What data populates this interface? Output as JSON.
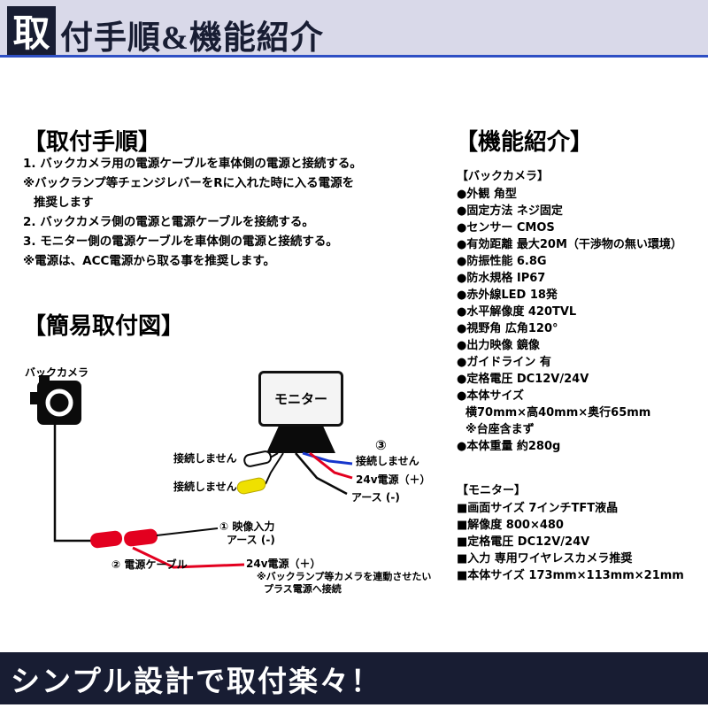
{
  "header": {
    "title_first": "取",
    "title_rest": "付手順&機能紹介"
  },
  "install": {
    "heading": "【取付手順】",
    "lines": [
      "1. バックカメラ用の電源ケーブルを車体側の電源と接続する。",
      "※バックランプ等チェンジレバーをRに入れた時に入る電源を",
      "推奨します",
      "2. バックカメラ側の電源と電源ケーブルを接続する。",
      "3. モニター側の電源ケーブルを車体側の電源と接続する。",
      "※電源は、ACC電源から取る事を推奨します。"
    ]
  },
  "diagram": {
    "heading": "【簡易取付図】",
    "camera_label": "バックカメラ",
    "monitor_label": "モニター",
    "label_no_connect_white": "接続しません",
    "label_no_connect_yellow": "接続しません",
    "mark_3": "③",
    "label_no_connect_blue": "接続しません",
    "label_24v_plus": "24v電源（＋）",
    "label_earth": "アース (-)",
    "mark_1": "①",
    "label_video_input": "映像入力",
    "label_earth_2": "アース (-)",
    "mark_2": "②",
    "label_power_cable": "電源ケーブル",
    "label_24v_plus_2": "24v電源（＋）",
    "note_line1": "※バックランプ等カメラを連動させたい",
    "note_line2": "プラス電源へ接続"
  },
  "features": {
    "heading": "【機能紹介】",
    "camera_title": "【バックカメラ】",
    "camera_items": [
      "●外観 角型",
      "●固定方法 ネジ固定",
      "●センサー CMOS",
      "●有効距離 最大20M（干渉物の無い環境）",
      "●防振性能 6.8G",
      "●防水規格 IP67",
      "●赤外線LED 18発",
      "●水平解像度 420TVL",
      "●視野角 広角120°",
      "●出力映像 鏡像",
      "●ガイドライン 有",
      "●定格電圧 DC12V/24V",
      "●本体サイズ",
      "横70mm×高40mm×奥行65mm",
      "※台座含まず",
      "●本体重量 約280g"
    ],
    "monitor_title": "【モニター】",
    "monitor_items": [
      "■画面サイズ 7インチTFT液晶",
      "■解像度 800×480",
      "■定格電圧 DC12V/24V",
      "■入力 専用ワイヤレスカメラ推奨",
      "■本体サイズ 173mm×113mm×21mm"
    ]
  },
  "footer": {
    "text": "シンプル設計で取付楽々！"
  },
  "colors": {
    "navy": "#181d33",
    "lavender": "#d9d9e9",
    "rule_blue": "#2e4fc4",
    "wire_red": "#e3001f",
    "wire_blue": "#1636cc",
    "connector_yellow": "#efe000"
  }
}
